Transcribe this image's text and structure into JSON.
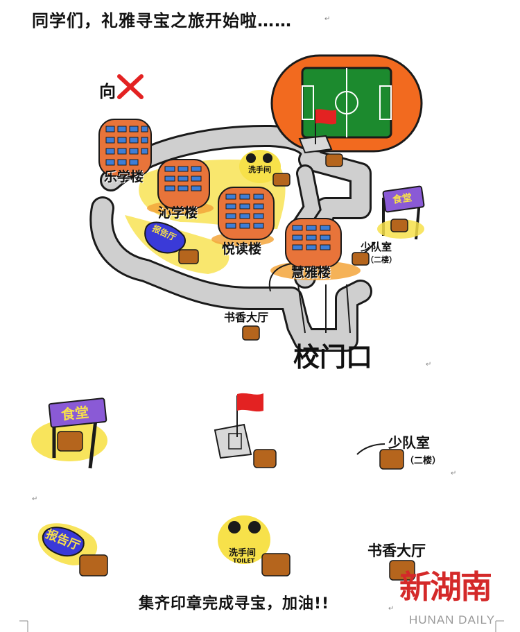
{
  "title": "同学们，礼雅寻宝之旅开始啦……",
  "direction": {
    "char": "向"
  },
  "buildings": {
    "lexue": "乐学楼",
    "qinxue": "沁学楼",
    "yuedu": "悦读楼",
    "huiya": "慧雅楼"
  },
  "places": {
    "toilet": "洗手间",
    "toilet_en": "TOILET",
    "hall": "报告厅",
    "canteen": "食堂",
    "youth_room": "少队室",
    "second_floor": "（二楼）",
    "book_hall": "书香大厅",
    "gate": "校门口"
  },
  "footer": "集齐印章完成寻宝，加油!!",
  "watermark": {
    "cn": "新湖南",
    "en": "HUNAN DAILY"
  },
  "colors": {
    "road": "#cfcfcf",
    "track": "#f26a1f",
    "field": "#1c8a2e",
    "building": "#e8743a",
    "window": "#3e7ed6",
    "canteen_sign": "#8a5ad6",
    "hall_sign": "#3a3ad8",
    "highlight": "#f7e14a",
    "flag": "#e32222",
    "brand": "#d42929"
  },
  "icons": [
    "flag-icon",
    "treasure-chest-icon",
    "compass-arrow-icon"
  ]
}
